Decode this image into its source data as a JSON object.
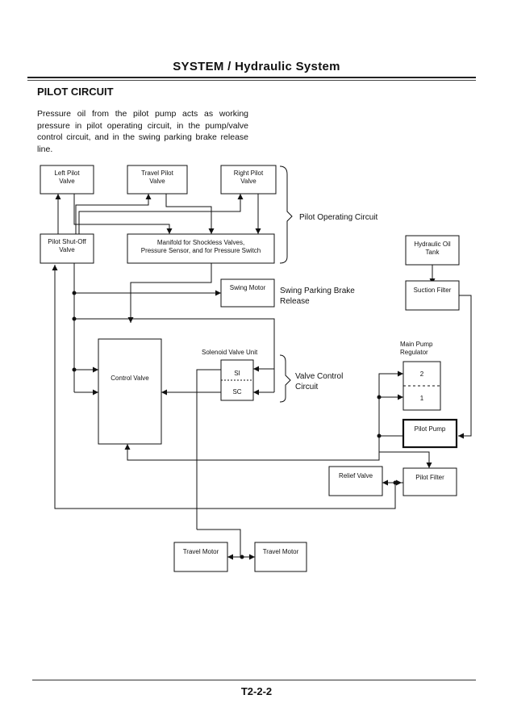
{
  "header": {
    "title": "SYSTEM / Hydraulic System"
  },
  "section": {
    "title": "PILOT CIRCUIT"
  },
  "description": "Pressure oil from the pilot pump acts as working pressure in pilot operating circuit, in the pump/valve control circuit, and in the swing parking brake release line.",
  "diagram": {
    "boxes": {
      "left_pilot": [
        "Left Pilot",
        "Valve"
      ],
      "travel_pilot": [
        "Travel Pilot",
        "Valve"
      ],
      "right_pilot": [
        "Right Pilot",
        "Valve"
      ],
      "pilot_shutoff": [
        "Pilot Shut-Off",
        "Valve"
      ],
      "manifold": [
        "Manifold for Shockless Valves,",
        "Pressure Sensor, and for Pressure Switch"
      ],
      "hydraulic_tank": [
        "Hydraulic Oil",
        "Tank"
      ],
      "swing_motor": "Swing Motor",
      "suction_filter": "Suction Filter",
      "control_valve": "Control Valve",
      "si": "SI",
      "sc": "SC",
      "main_pump_regulator_2": "2",
      "main_pump_regulator_1": "1",
      "pilot_pump": "Pilot Pump",
      "relief_valve": "Relief Valve",
      "pilot_filter": "Pilot Filter",
      "travel_motor_left": "Travel Motor",
      "travel_motor_right": "Travel Motor"
    },
    "labels": {
      "pilot_operating_circuit": "Pilot Operating Circuit",
      "swing_parking_brake": [
        "Swing Parking Brake",
        "Release"
      ],
      "solenoid_valve_unit": "Solenoid Valve Unit",
      "valve_control_circuit": [
        "Valve Control",
        "Circuit"
      ],
      "main_pump_regulator": [
        "Main Pump",
        "Regulator"
      ]
    }
  },
  "footer": {
    "page": "T2-2-2"
  }
}
